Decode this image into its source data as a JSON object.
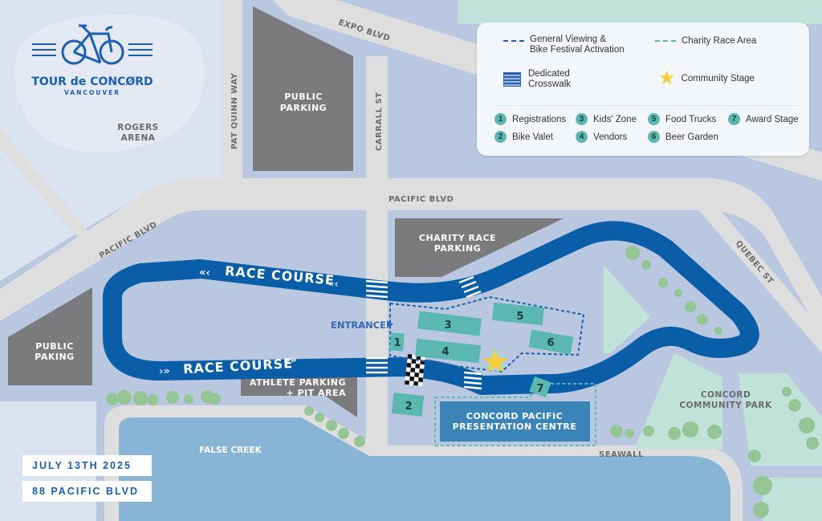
{
  "logo": {
    "title": "TOUR de CONCØRD",
    "subtitle": "VANCOUVER"
  },
  "streets": {
    "expo": "EXPO BLVD",
    "pat_quinn": "PAT QUINN WAY",
    "carrall": "CARRALL ST",
    "pacific_top": "PACIFIC BLVD",
    "pacific_left": "PACIFIC BLVD",
    "quebec": "QUEBEC ST",
    "seawall": "SEAWALL"
  },
  "places": {
    "rogers": [
      "ROGERS",
      "ARENA"
    ],
    "public_parking": [
      "PUBLIC",
      "PARKING"
    ],
    "public_paking": [
      "PUBLIC",
      "PAKING"
    ],
    "charity_parking": [
      "CHARITY RACE",
      "PARKING"
    ],
    "athlete_parking": [
      "ATHLETE PARKING",
      "+ PIT AREA"
    ],
    "presentation": [
      "CONCORD PACIFIC",
      "PRESENTATION CENTRE"
    ],
    "park": [
      "CONCORD",
      "COMMUNITY PARK"
    ],
    "false_creek": "FALSE CREEK",
    "entrance": "ENTRANCE"
  },
  "course_label_top": "RACE COURSE",
  "course_label_bottom": "RACE COURSE",
  "zones": [
    "1",
    "2",
    "3",
    "4",
    "5",
    "6",
    "7"
  ],
  "legend": {
    "general_viewing": [
      "General Viewing &",
      "Bike Festival Activation"
    ],
    "charity_area": "Charity Race Area",
    "crosswalk": [
      "Dedicated",
      "Crosswalk"
    ],
    "stage": "Community Stage",
    "items": [
      {
        "num": "1",
        "label": "Registrations"
      },
      {
        "num": "2",
        "label": "Bike Valet"
      },
      {
        "num": "3",
        "label": "Kids' Zone"
      },
      {
        "num": "4",
        "label": "Vendors"
      },
      {
        "num": "5",
        "label": "Food Trucks"
      },
      {
        "num": "6",
        "label": "Beer Garden"
      },
      {
        "num": "7",
        "label": "Award Stage"
      }
    ]
  },
  "event": {
    "date": "JULY 13TH 2025",
    "address": "88 PACIFIC BLVD"
  },
  "colors": {
    "course": "#0a5ea8",
    "teal": "#5bb8b0",
    "road": "#dedede",
    "water": "#88b4d6",
    "park": "#c0e2d9",
    "building": "#7b7b7e",
    "star": "#f7cf3c"
  }
}
